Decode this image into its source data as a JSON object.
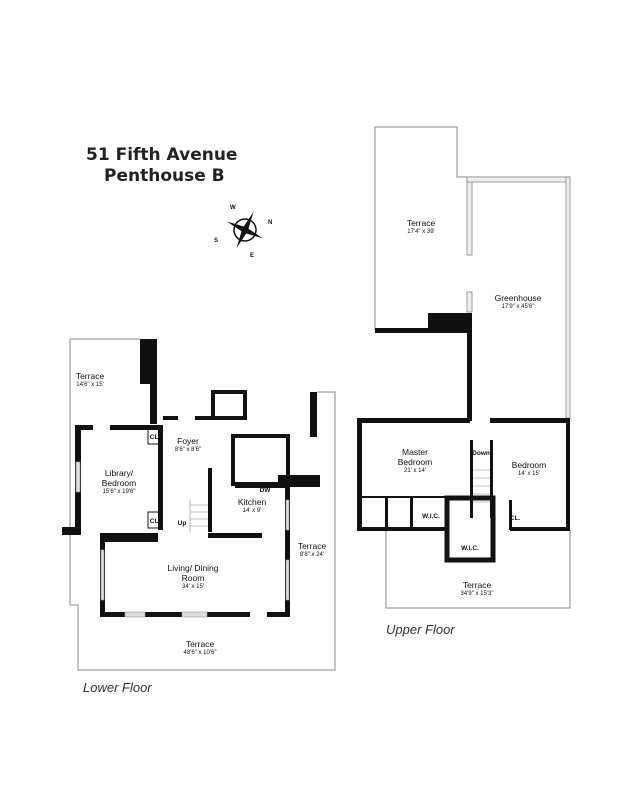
{
  "title": {
    "line1": "51 Fifth Avenue",
    "line2": "Penthouse B"
  },
  "compass": {
    "n": "N",
    "s": "S",
    "e": "E",
    "w": "W"
  },
  "lower_floor": {
    "label": "Lower Floor",
    "rooms": [
      {
        "name": "Terrace",
        "dims": "14'6\" x 15'"
      },
      {
        "name": "Foyer",
        "dims": "8'6\" x 8'6\""
      },
      {
        "name": "Library/ Bedroom",
        "dims": "15'6\" x 19'6\""
      },
      {
        "name": "Kitchen",
        "dims": "14' x 9'"
      },
      {
        "name": "Terrace",
        "dims": "8'8\" x 24'"
      },
      {
        "name": "Living/ Dining Room",
        "dims": "34' x 15'"
      },
      {
        "name": "Terrace",
        "dims": "48'6\" x 10'6\""
      }
    ],
    "marks": {
      "cl1": "CL.",
      "cl2": "CL.",
      "up": "Up",
      "dw": "DW"
    }
  },
  "upper_floor": {
    "label": "Upper Floor",
    "rooms": [
      {
        "name": "Terrace",
        "dims": "17'4\" x 39'"
      },
      {
        "name": "Greenhouse",
        "dims": "17'9\" x 45'6\""
      },
      {
        "name": "Master Bedroom",
        "dims": "21' x 14'"
      },
      {
        "name": "Bedroom",
        "dims": "14' x 15'"
      },
      {
        "name": "Terrace",
        "dims": "34'9\" x 15'3\""
      }
    ],
    "marks": {
      "down": "Down",
      "wic1": "W.I.C.",
      "wic2": "W.I.C.",
      "cl": "CL."
    }
  },
  "colors": {
    "wall": "#111111",
    "outline": "#888888",
    "window": "#bbbbbb"
  }
}
